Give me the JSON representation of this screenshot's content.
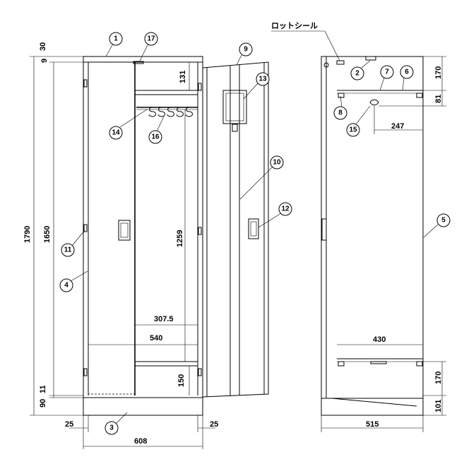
{
  "seal_label": "ロットシール",
  "dimensions": {
    "d30": "30",
    "d9": "9",
    "d1790": "1790",
    "d1650": "1650",
    "d131": "131",
    "d1259": "1259",
    "d307_5": "307.5",
    "d540": "540",
    "d150": "150",
    "d90": "90",
    "d11": "11",
    "d25_left": "25",
    "d25_right": "25",
    "d608": "608",
    "d170_top": "170",
    "d81": "81",
    "d247": "247",
    "d430": "430",
    "d170_bottom": "170",
    "d101": "101",
    "d515": "515"
  },
  "callouts": [
    "1",
    "17",
    "9",
    "13",
    "14",
    "16",
    "10",
    "12",
    "11",
    "4",
    "3",
    "2",
    "7",
    "6",
    "8",
    "15",
    "5"
  ]
}
